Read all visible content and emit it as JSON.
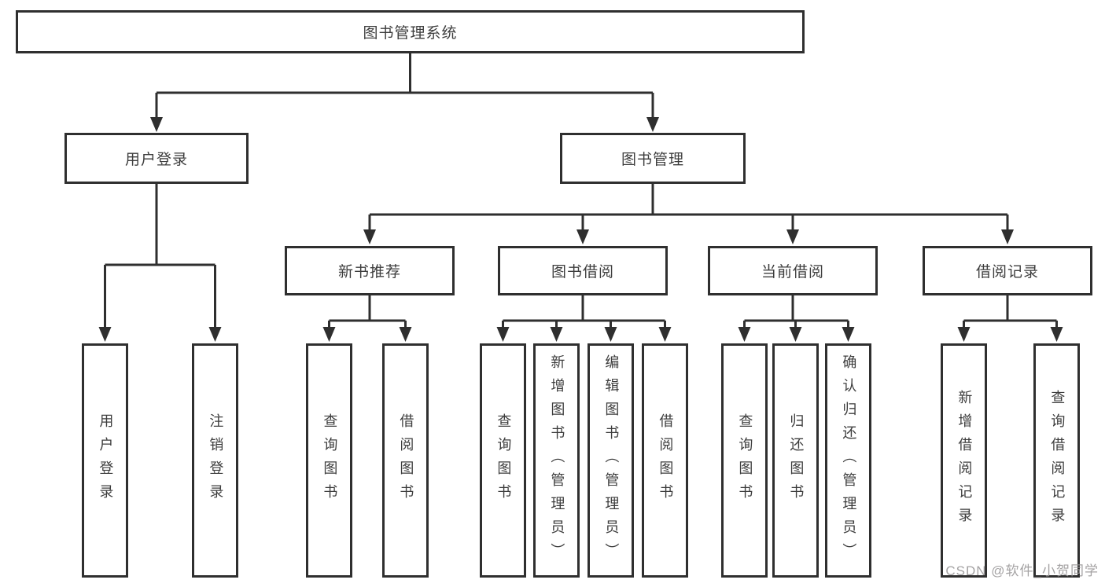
{
  "tree": {
    "root": "图书管理系统",
    "login": {
      "label": "用户登录",
      "children": [
        "用户登录",
        "注销登录"
      ]
    },
    "mgmt": {
      "label": "图书管理",
      "sections": [
        {
          "label": "新书推荐",
          "children": [
            "查询图书",
            "借阅图书"
          ]
        },
        {
          "label": "图书借阅",
          "children": [
            "查询图书",
            "新增图书（管理员）",
            "编辑图书（管理员）",
            "借阅图书"
          ]
        },
        {
          "label": "当前借阅",
          "children": [
            "查询图书",
            "归还图书",
            "确认归还（管理员）"
          ]
        },
        {
          "label": "借阅记录",
          "children": [
            "新增借阅记录",
            "查询借阅记录"
          ]
        }
      ]
    }
  },
  "watermark": {
    "text": "CSDN @软件_小贺同学"
  },
  "colors": {
    "line": "#2f2f2f",
    "box_border": "#2f2f2f",
    "box_fill": "#ffffff",
    "text": "#3d3d3d",
    "watermark": "#9a9899",
    "background": "#ffffff"
  }
}
